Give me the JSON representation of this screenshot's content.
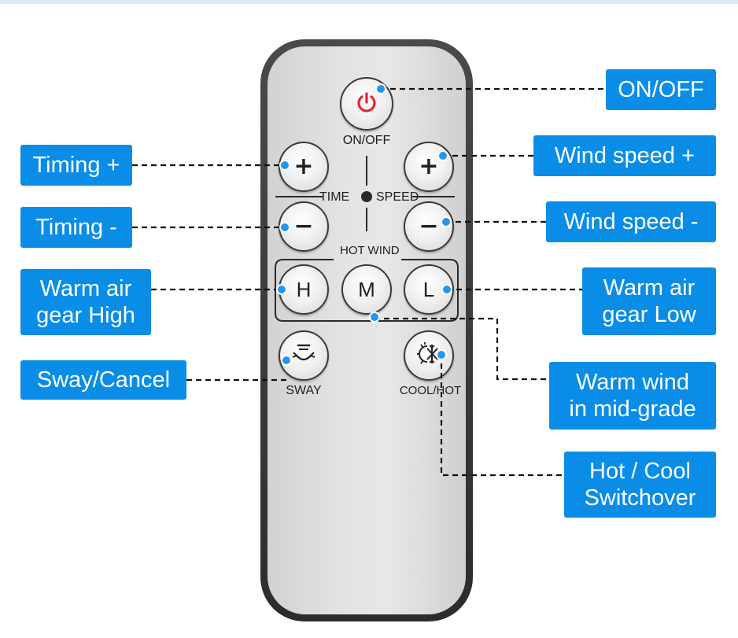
{
  "remote": {
    "power_label": "ON/OFF",
    "time_label": "TIME",
    "speed_label": "SPEED",
    "hot_wind_label": "HOT WIND",
    "sway_label": "SWAY",
    "cool_hot_label": "COOL/HOT",
    "buttons": {
      "h": "H",
      "m": "M",
      "l": "L"
    },
    "power_icon_color": "#e8262b"
  },
  "callouts": {
    "on_off": "ON/OFF",
    "timing_plus": "Timing +",
    "timing_minus": "Timing -",
    "warm_air_high": [
      "Warm air",
      "gear High"
    ],
    "sway_cancel": "Sway/Cancel",
    "wind_speed_plus": "Wind speed +",
    "wind_speed_minus": "Wind speed -",
    "warm_air_low": [
      "Warm air",
      "gear Low"
    ],
    "warm_wind_mid": [
      "Warm wind",
      "in mid-grade"
    ],
    "hot_cool": [
      "Hot / Cool",
      "Switchover"
    ]
  },
  "colors": {
    "callout_bg": "#0a8de6",
    "callout_text": "#ffffff",
    "dot": "#2596ee",
    "remote_body": "#2c2c2c"
  },
  "icons": {
    "power": "power-icon",
    "plus": "plus-icon",
    "minus": "minus-icon",
    "sway": "sway-icon",
    "cool_hot": "snowflake-sun-icon"
  }
}
